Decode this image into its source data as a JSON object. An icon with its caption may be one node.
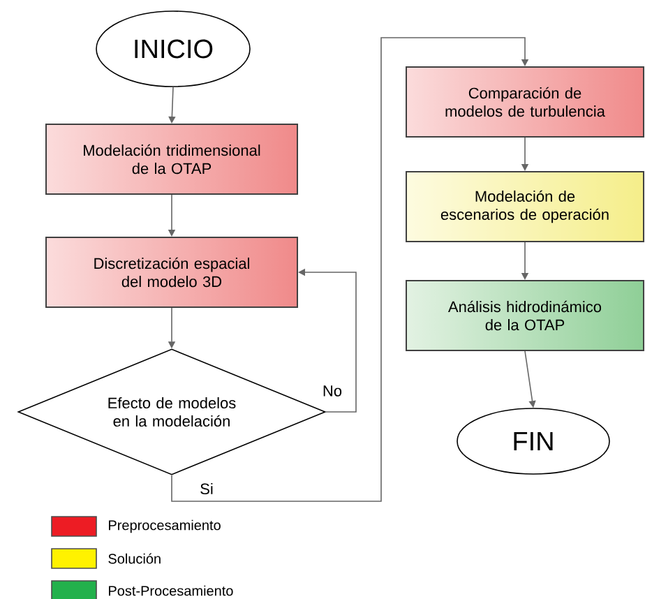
{
  "diagram": {
    "nodes": [
      {
        "text": [
          "INICIO"
        ]
      },
      {
        "text": [
          "Modelación tridimensional de la OTAP"
        ]
      },
      {
        "text": [
          "Discretización espacial del modelo 3D"
        ]
      },
      {
        "text": [
          "Efecto de modelos en la modelación"
        ]
      },
      {
        "text": [
          "Comparación de modelos de turbulencia"
        ]
      },
      {
        "text": [
          "Modelación de escenarios de operación"
        ]
      },
      {
        "text": [
          "Análisis hidrodinámico de la OTAP"
        ]
      },
      {
        "text": [
          "FIN"
        ]
      }
    ],
    "edges": [
      {
        "from": 0,
        "to": 1,
        "arrow": "to"
      },
      {
        "from": 1,
        "to": 2,
        "arrow": "to"
      },
      {
        "from": 2,
        "to": 3,
        "arrow": "to"
      },
      {
        "from": 3,
        "to": 2,
        "arrow": "to",
        "label": "No"
      },
      {
        "from": 3,
        "to": 4,
        "arrow": "to",
        "label": "Si"
      },
      {
        "from": 4,
        "to": 5,
        "arrow": "to"
      },
      {
        "from": 5,
        "to": 6,
        "arrow": "to"
      },
      {
        "from": 6,
        "to": 7,
        "arrow": "to"
      }
    ],
    "legend": [
      {
        "text": "Preprocesamiento",
        "color": "#ed1c24"
      },
      {
        "text": "Solución",
        "color": "#fff200"
      },
      {
        "text": "Post-Procesamiento",
        "color": "#22b14c"
      }
    ]
  }
}
